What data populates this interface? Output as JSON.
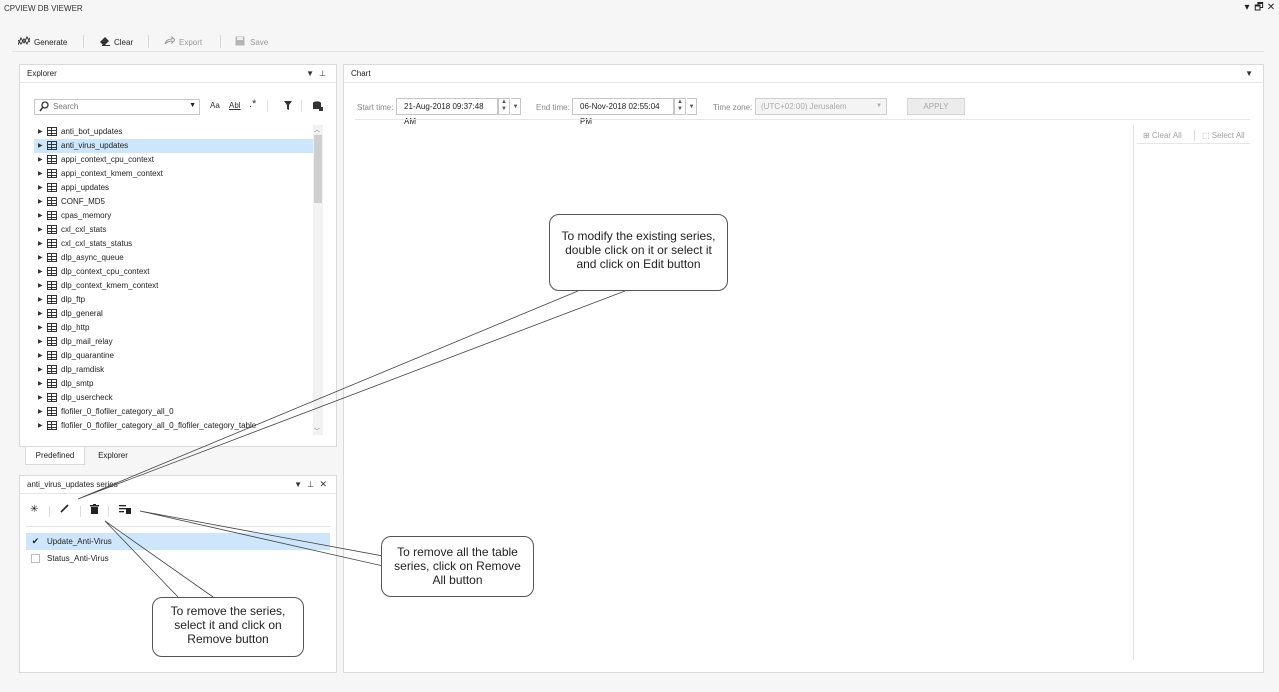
{
  "app": {
    "title": "CPVIEW DB VIEWER"
  },
  "window_controls": {
    "menu": "▾",
    "restore": "🗗",
    "close": "✕"
  },
  "toolbar": {
    "generate": "Generate",
    "clear": "Clear",
    "export": "Export",
    "save": "Save"
  },
  "explorer": {
    "title": "Explorer",
    "search_placeholder": "Search",
    "tables": [
      "anti_bot_updates",
      "anti_virus_updates",
      "appi_context_cpu_context",
      "appi_context_kmem_context",
      "appi_updates",
      "CONF_MD5",
      "cpas_memory",
      "cxl_cxl_stats",
      "cxl_cxl_stats_status",
      "dlp_async_queue",
      "dlp_context_cpu_context",
      "dlp_context_kmem_context",
      "dlp_ftp",
      "dlp_general",
      "dlp_http",
      "dlp_mail_relay",
      "dlp_quarantine",
      "dlp_ramdisk",
      "dlp_smtp",
      "dlp_usercheck",
      "flofiler_0_flofiler_category_all_0",
      "flofiler_0_flofiler_category_all_0_flofiler_category_table"
    ],
    "selected": "anti_virus_updates"
  },
  "tabs": {
    "predefined": "Predefined",
    "explorer": "Explorer"
  },
  "series_panel": {
    "title": "anti_virus_updates series",
    "items": [
      {
        "label": "Update_Anti-Virus",
        "checked": true
      },
      {
        "label": "Status_Anti-Virus",
        "checked": false
      }
    ]
  },
  "chart": {
    "title": "Chart",
    "start_label": "Start time:",
    "start_value": "21-Aug-2018 09:37:48 AM",
    "end_label": "End time:",
    "end_value": "06-Nov-2018 02:55:04 PM",
    "tz_label": "Time zone:",
    "tz_value": "(UTC+02:00) Jerusalem",
    "apply": "APPLY",
    "clear_all": "Clear All",
    "select_all": "Select All"
  },
  "callouts": {
    "modify": "To modify the existing series, double click on it or select it and click on Edit button",
    "remove_all": "To remove all the table series, click on Remove All  button",
    "remove": "To remove the series, select it and click on Remove button"
  }
}
